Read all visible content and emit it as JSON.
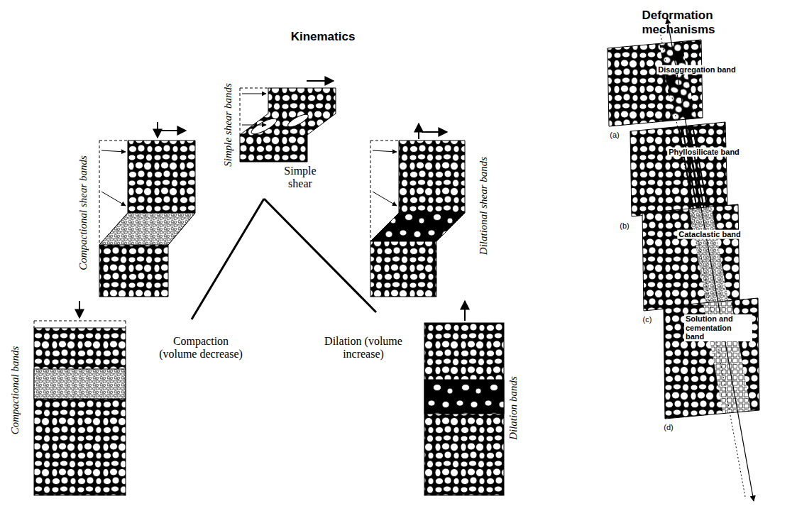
{
  "diagram": {
    "labels": [
      "Kinematics",
      "Deformation mechanisms",
      "Simple shear bands",
      "Simple shear",
      "Compactional shear bands",
      "Dilational shear bands",
      "Compaction (volume decrease)",
      "Dilation (volume increase)",
      "Compactional bands",
      "Dilation bands",
      "Disaggregation band",
      "(a)",
      "Phyllosilicate band",
      "(b)",
      "Cataclastic band",
      "(c)",
      "Solution and cementation band",
      "(d)"
    ]
  }
}
